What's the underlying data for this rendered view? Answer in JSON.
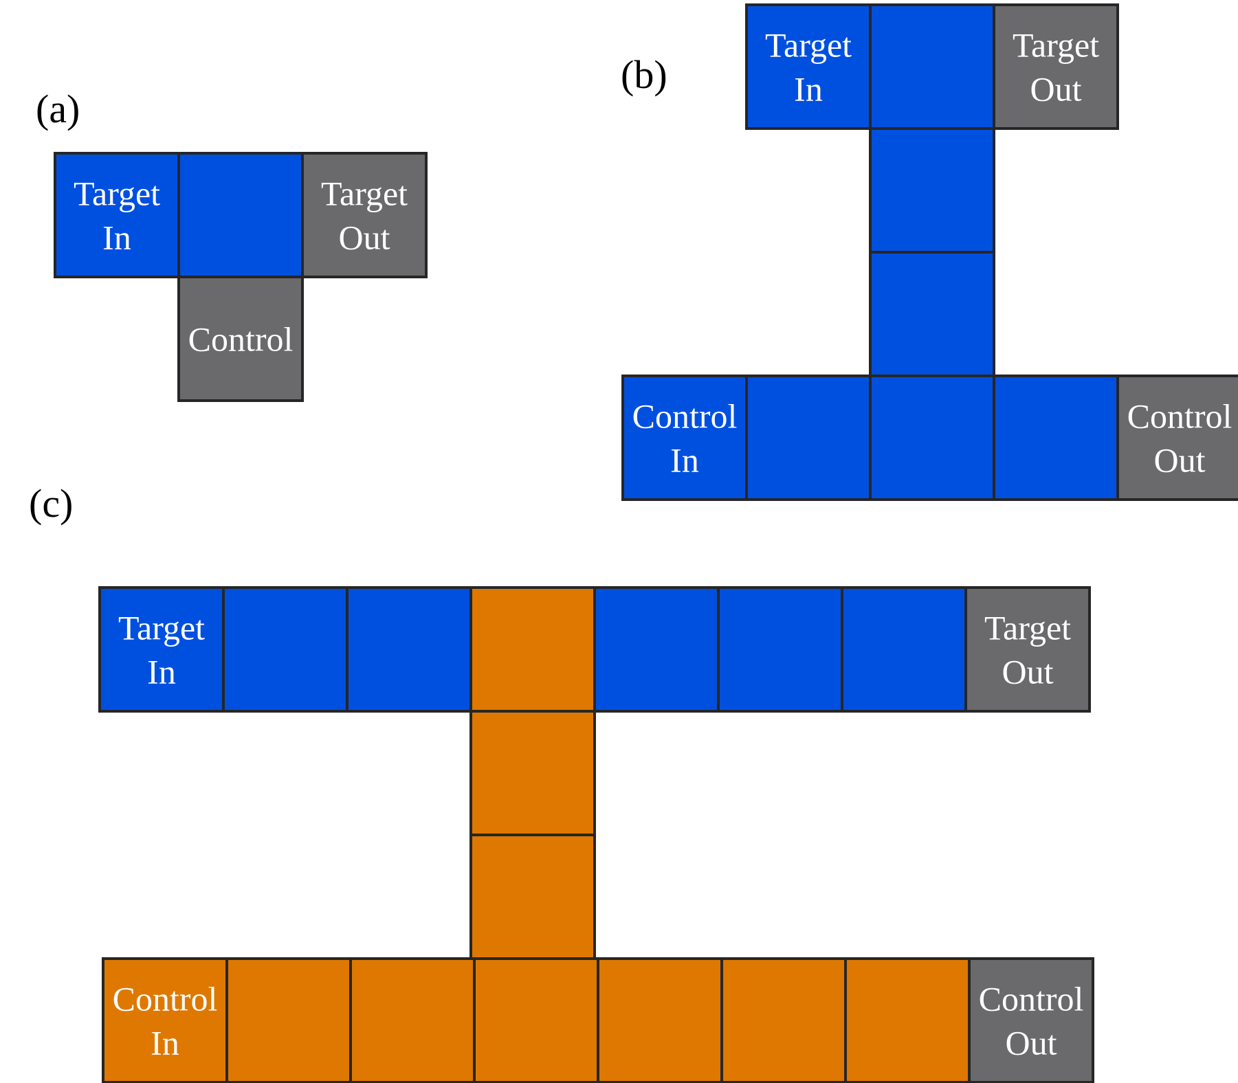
{
  "colors": {
    "blue": "#0050e0",
    "gray": "#6a6a6c",
    "orange": "#de7800",
    "border": "#262626",
    "cell_text": "#ffffff",
    "label_text": "#000000"
  },
  "panels": [
    {
      "id": "a",
      "label": "(a)",
      "cells": [
        {
          "row": 0,
          "col": 0,
          "fill": "blue",
          "lines": [
            "Target",
            "In"
          ]
        },
        {
          "row": 0,
          "col": 1,
          "fill": "blue",
          "lines": []
        },
        {
          "row": 0,
          "col": 2,
          "fill": "gray",
          "lines": [
            "Target",
            "Out"
          ]
        },
        {
          "row": 1,
          "col": 1,
          "fill": "gray",
          "lines": [
            "Control"
          ]
        }
      ]
    },
    {
      "id": "b",
      "label": "(b)",
      "cells": [
        {
          "row": 0,
          "col": 1,
          "fill": "blue",
          "lines": [
            "Target",
            "In"
          ]
        },
        {
          "row": 0,
          "col": 2,
          "fill": "blue",
          "lines": []
        },
        {
          "row": 0,
          "col": 3,
          "fill": "gray",
          "lines": [
            "Target",
            "Out"
          ]
        },
        {
          "row": 1,
          "col": 2,
          "fill": "blue",
          "lines": []
        },
        {
          "row": 2,
          "col": 2,
          "fill": "blue",
          "lines": []
        },
        {
          "row": 3,
          "col": 0,
          "fill": "blue",
          "lines": [
            "Control",
            "In"
          ]
        },
        {
          "row": 3,
          "col": 1,
          "fill": "blue",
          "lines": []
        },
        {
          "row": 3,
          "col": 2,
          "fill": "blue",
          "lines": []
        },
        {
          "row": 3,
          "col": 3,
          "fill": "blue",
          "lines": []
        },
        {
          "row": 3,
          "col": 4,
          "fill": "gray",
          "lines": [
            "Control",
            "Out"
          ]
        }
      ]
    },
    {
      "id": "c",
      "label": "(c)",
      "cells": [
        {
          "row": 0,
          "col": 0,
          "fill": "blue",
          "lines": [
            "Target",
            "In"
          ]
        },
        {
          "row": 0,
          "col": 1,
          "fill": "blue",
          "lines": []
        },
        {
          "row": 0,
          "col": 2,
          "fill": "blue",
          "lines": []
        },
        {
          "row": 0,
          "col": 3,
          "fill": "orange",
          "lines": []
        },
        {
          "row": 0,
          "col": 4,
          "fill": "blue",
          "lines": []
        },
        {
          "row": 0,
          "col": 5,
          "fill": "blue",
          "lines": []
        },
        {
          "row": 0,
          "col": 6,
          "fill": "blue",
          "lines": []
        },
        {
          "row": 0,
          "col": 7,
          "fill": "gray",
          "lines": [
            "Target",
            "Out"
          ]
        },
        {
          "row": 1,
          "col": 3,
          "fill": "orange",
          "lines": []
        },
        {
          "row": 2,
          "col": 3,
          "fill": "orange",
          "lines": []
        },
        {
          "row": 3,
          "col": 0,
          "fill": "orange",
          "lines": [
            "Control",
            "In"
          ]
        },
        {
          "row": 3,
          "col": 1,
          "fill": "orange",
          "lines": []
        },
        {
          "row": 3,
          "col": 2,
          "fill": "orange",
          "lines": []
        },
        {
          "row": 3,
          "col": 3,
          "fill": "orange",
          "lines": []
        },
        {
          "row": 3,
          "col": 4,
          "fill": "orange",
          "lines": []
        },
        {
          "row": 3,
          "col": 5,
          "fill": "orange",
          "lines": []
        },
        {
          "row": 3,
          "col": 6,
          "fill": "orange",
          "lines": []
        },
        {
          "row": 3,
          "col": 7,
          "fill": "gray",
          "lines": [
            "Control",
            "Out"
          ]
        }
      ]
    }
  ]
}
